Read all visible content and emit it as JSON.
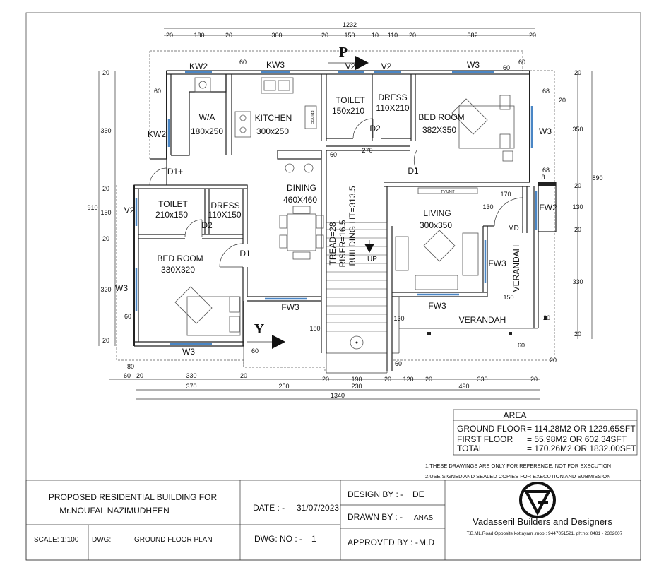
{
  "dims": {
    "top_total": "1232",
    "top_segments": [
      "20",
      "180",
      "20",
      "300",
      "20",
      "150",
      "10",
      "110",
      "20",
      "382",
      "20"
    ],
    "bottom_total": "1340",
    "bottom_segments1": [
      "80",
      "60",
      "20",
      "330",
      "20",
      "20",
      "190",
      "20",
      "120",
      "20",
      "330",
      "20"
    ],
    "bottom_segments2": [
      "370",
      "250",
      "230",
      "490"
    ],
    "left_total": "910",
    "left_segments": [
      "20",
      "360",
      "20",
      "150",
      "20",
      "320",
      "20"
    ],
    "right_total": "890",
    "right_segments": [
      "20",
      "350",
      "20",
      "130",
      "20",
      "330",
      "20"
    ],
    "misc": [
      "60",
      "60",
      "60",
      "68",
      "20",
      "68",
      "8",
      "60",
      "170",
      "130",
      "150",
      "130",
      "60",
      "180",
      "60",
      "60",
      "60",
      "270",
      "20"
    ]
  },
  "rooms": {
    "toilet1": {
      "name": "TOILET",
      "size": "150x210"
    },
    "dress1": {
      "name": "DRESS",
      "size": "110X210"
    },
    "bed1": {
      "name": "BED ROOM",
      "size": "382X350"
    },
    "wa": {
      "name": "W/A",
      "size": "180x250"
    },
    "kitchen": {
      "name": "KITCHEN",
      "size": "300x250"
    },
    "fridge": "FRIDGE",
    "dining": {
      "name": "DINING",
      "size": "460X460"
    },
    "toilet2": {
      "name": "TOILET",
      "size": "210x150"
    },
    "dress2": {
      "name": "DRESS",
      "size": "110X150"
    },
    "bed2": {
      "name": "BED ROOM",
      "size": "330X320"
    },
    "living": {
      "name": "LIVING",
      "size": "300x350"
    },
    "verandah_v": "VERANDAH",
    "verandah_h": "VERANDAH",
    "tv_unit": "TV UNIT",
    "md": "MD",
    "stair": [
      "TREAD=28",
      "RISER=16.5",
      "BUILDING HT=313.5"
    ],
    "up": "UP"
  },
  "openings": {
    "kw2a": "KW2",
    "kw3": "KW3",
    "v2a": "V2",
    "v2b": "V2",
    "w3a": "W3",
    "kw2b": "KW2",
    "w3b": "W3",
    "d1a": "D1+",
    "d2a": "D2",
    "d1b": "D1",
    "v2c": "V2",
    "d2b": "D2",
    "d1c": "D1",
    "w3c": "W3",
    "w3d": "W3",
    "fw3a": "FW3",
    "fw3b": "FW3",
    "fw3c": "FW3",
    "fw2": "FW2"
  },
  "markers": {
    "p": "P",
    "y": "Y"
  },
  "area": {
    "title": "AREA",
    "rows": [
      {
        "label": "GROUND FLOOR",
        "value": "= 114.28M2 OR 1229.65SFT"
      },
      {
        "label": "FIRST FLOOR",
        "value": "= 55.98M2 OR 602.34SFT"
      },
      {
        "label": "TOTAL",
        "value": "= 170.26M2 OR 1832.00SFT"
      }
    ]
  },
  "notes": [
    "1.THESE DRAWINGS ARE ONLY FOR REFERENCE, NOT FOR EXECUTION",
    "2.USE SIGNED AND SEALED COPIES FOR  EXECUTION AND SUBMISSION"
  ],
  "title_block": {
    "project_line1": "PROPOSED RESIDENTIAL  BUILDING FOR",
    "project_line2": "Mr.NOUFAL NAZIMUDHEEN",
    "date_label": "DATE : -",
    "date_value": "31/07/2023",
    "design_label": "DESIGN BY  : -",
    "design_value": "DE",
    "drawn_label": "DRAWN BY : -",
    "drawn_value": "ANAS",
    "approved_label": "APPROVED BY : -",
    "approved_value": "M.D",
    "scale": "SCALE: 1:100",
    "dwg_label": "DWG:",
    "dwg_value": "GROUND FLOOR PLAN",
    "dwgno_label": "DWG: NO  : -",
    "dwgno_value": "1",
    "company": "Vadasseril Builders and Designers",
    "address": "T.B.ML.Road Opposite kottayam ,mob : 9447051521, ph:no: 0481 - 2302007"
  }
}
